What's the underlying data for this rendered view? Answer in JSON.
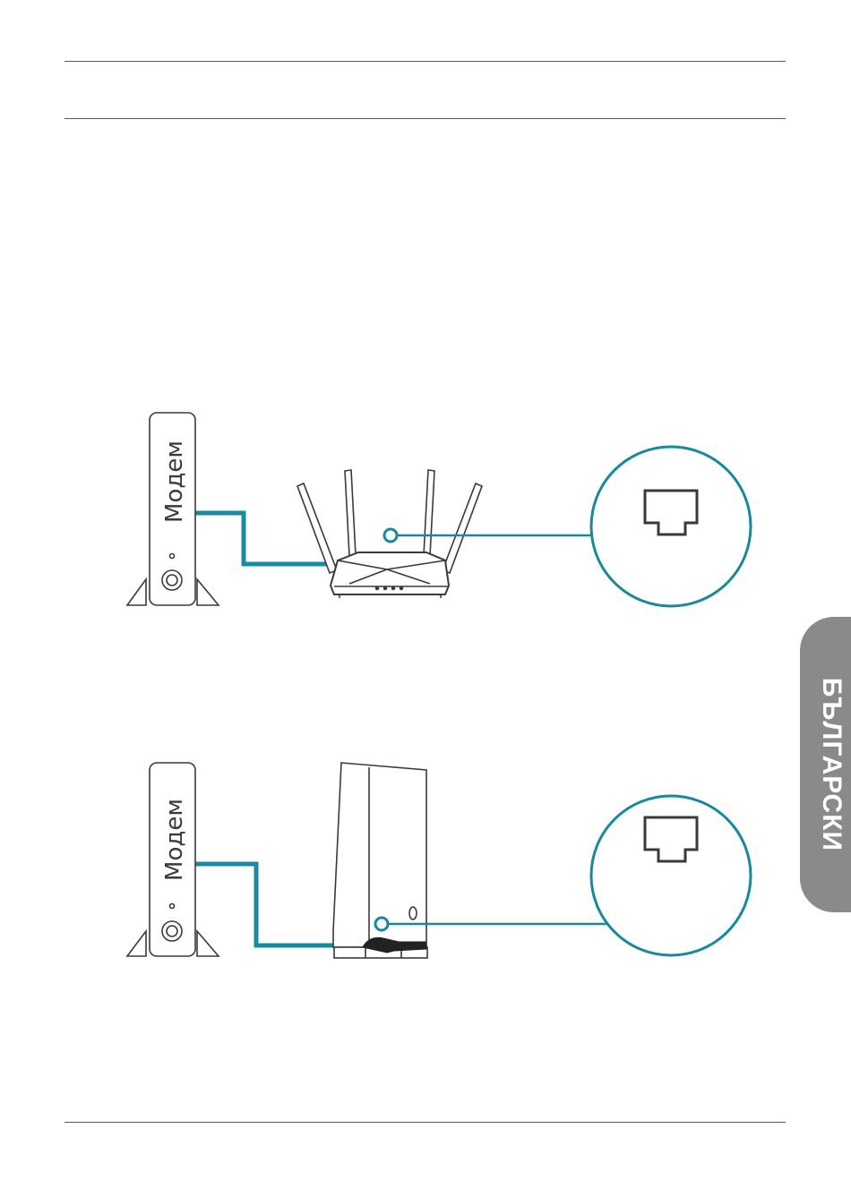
{
  "diagrams": [
    {
      "modem_label": "Модем",
      "router_type": "antenna-router",
      "port_callout": "ethernet-port-icon"
    },
    {
      "modem_label": "Модем",
      "router_type": "tower-router",
      "port_callout": "ethernet-port-icon"
    }
  ],
  "language_tab": {
    "label": "БЪЛГАРСКИ"
  },
  "colors": {
    "cable": "#1a8aa0",
    "callout": "#17899b",
    "outline": "#3a3a3a",
    "tab": "#8a8a8a"
  }
}
